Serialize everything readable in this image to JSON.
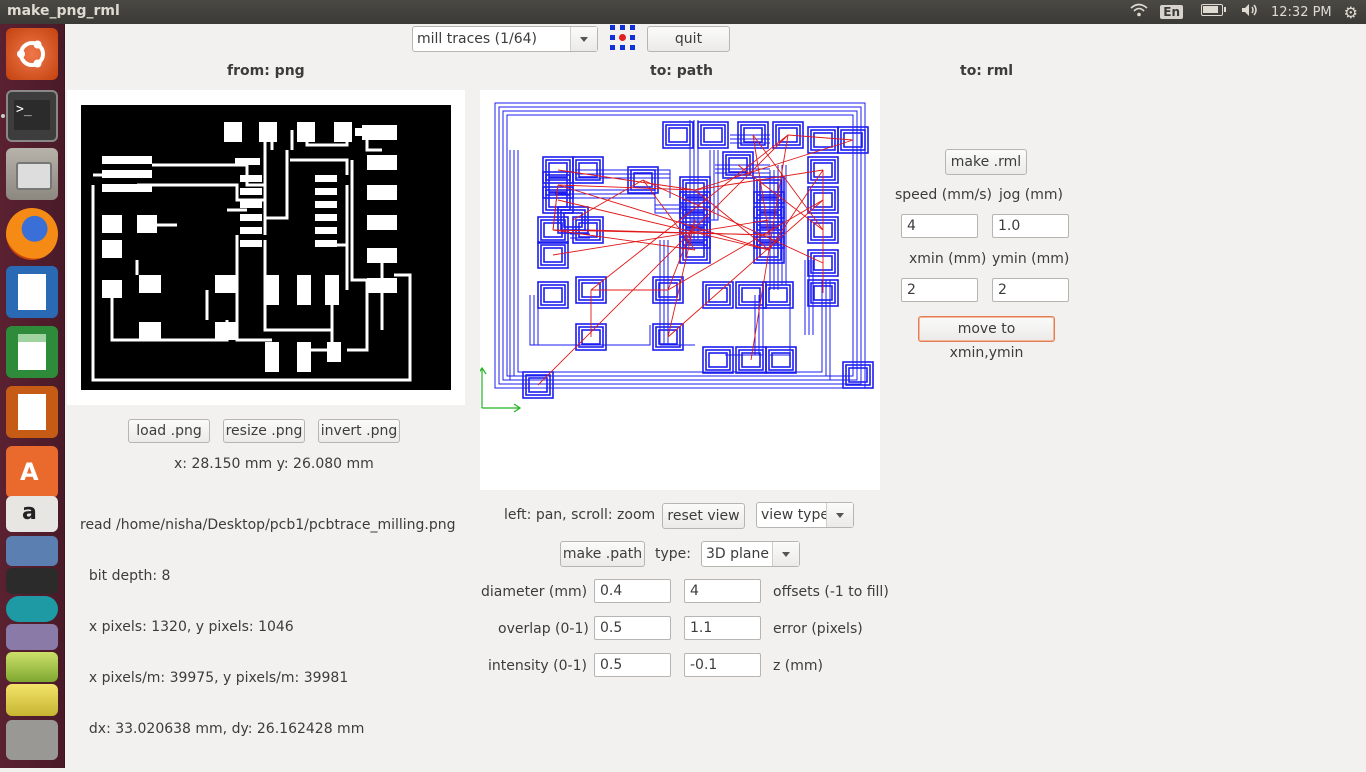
{
  "window": {
    "title": "make_png_rml"
  },
  "tray": {
    "lang": "En",
    "time": "12:32 PM"
  },
  "launcher": {
    "icons": [
      "ubuntu-dash-icon",
      "terminal-icon",
      "file-manager-icon",
      "firefox-icon",
      "writer-icon",
      "calc-icon",
      "impress-icon",
      "software-center-icon",
      "amazon-icon",
      "app-icon-1",
      "app-icon-2",
      "arduino-icon",
      "app-icon-3",
      "app-icon-4",
      "app-icon-5",
      "app-icon-6"
    ]
  },
  "toolbar": {
    "process_select": "mill traces (1/64)",
    "quit_label": "quit"
  },
  "headers": {
    "from": "from: png",
    "to_path": "to: path",
    "to_rml": "to: rml"
  },
  "png_buttons": {
    "load": "load .png",
    "resize": "resize .png",
    "invert": "invert .png"
  },
  "coords": "x: 28.150 mm  y: 26.080 mm",
  "info_lines": [
    "read /home/nisha/Desktop/pcb1/pcbtrace_milling.png",
    "  bit depth: 8",
    "  x pixels: 1320, y pixels: 1046",
    "  x pixels/m: 39975, y pixels/m: 39981",
    "  dx: 33.020638 mm, dy: 26.162428 mm"
  ],
  "path_controls": {
    "hint": "left: pan, scroll: zoom",
    "reset_view": "reset view",
    "view_type": "view type",
    "make_path": "make .path",
    "type_label": "type:",
    "type_value": "3D plane",
    "diameter_label": "diameter (mm)",
    "diameter": "0.4",
    "offsets": "4",
    "offsets_label": "offsets (-1 to fill)",
    "overlap_label": "overlap (0-1)",
    "overlap": "0.5",
    "error": "1.1",
    "error_label": "error (pixels)",
    "intensity_label": "intensity (0-1)",
    "intensity": "0.5",
    "z": "-0.1",
    "z_label": "z (mm)"
  },
  "rml_controls": {
    "make_rml": "make .rml",
    "speed_label": "speed (mm/s)",
    "speed": "4",
    "jog_label": "jog (mm)",
    "jog": "1.0",
    "xmin_label": "xmin (mm)",
    "xmin": "2",
    "ymin_label": "ymin (mm)",
    "ymin": "2",
    "move_button": "move to xmin,ymin"
  },
  "colors": {
    "path_blue": "#1d1df0",
    "path_red": "#e01818",
    "axis_green": "#22b422",
    "accent_orange": "#e27e53"
  }
}
